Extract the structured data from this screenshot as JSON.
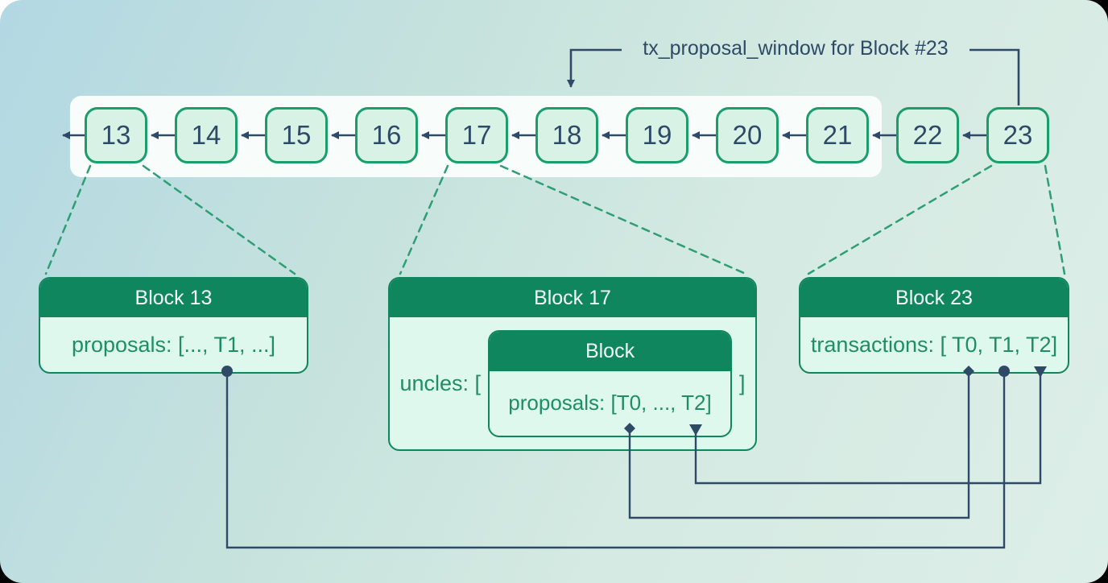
{
  "annotation": {
    "label": "tx_proposal_window for Block #23"
  },
  "chain": {
    "blocks": [
      "13",
      "14",
      "15",
      "16",
      "17",
      "18",
      "19",
      "20",
      "21",
      "22",
      "23"
    ]
  },
  "cards": {
    "block13": {
      "title": "Block 13",
      "body": "proposals: [..., T1, ...]"
    },
    "block17": {
      "title": "Block 17",
      "uncles_prefix": "uncles: [",
      "uncles_suffix": "]",
      "nested": {
        "title": "Block",
        "body": "proposals: [T0, ..., T2]"
      }
    },
    "block23": {
      "title": "Block 23",
      "body": "transactions: [ T0, T1, T2]"
    }
  },
  "markers": {
    "t0": "diamond",
    "t1": "circle",
    "t2": "triangle-down"
  },
  "colors": {
    "header_green": "#10865f",
    "chain_border_green": "#199e6a",
    "body_text_green": "#1f8e63",
    "navy": "#2e4a66",
    "chain_fill": "#d8f3e6",
    "card_body_fill": "#def8ed",
    "window_fill": "#f8fcfa",
    "dashed_green": "#2f9e75",
    "background_top_left": "#b2d8e3",
    "background_bottom_right": "#ddeee8"
  }
}
